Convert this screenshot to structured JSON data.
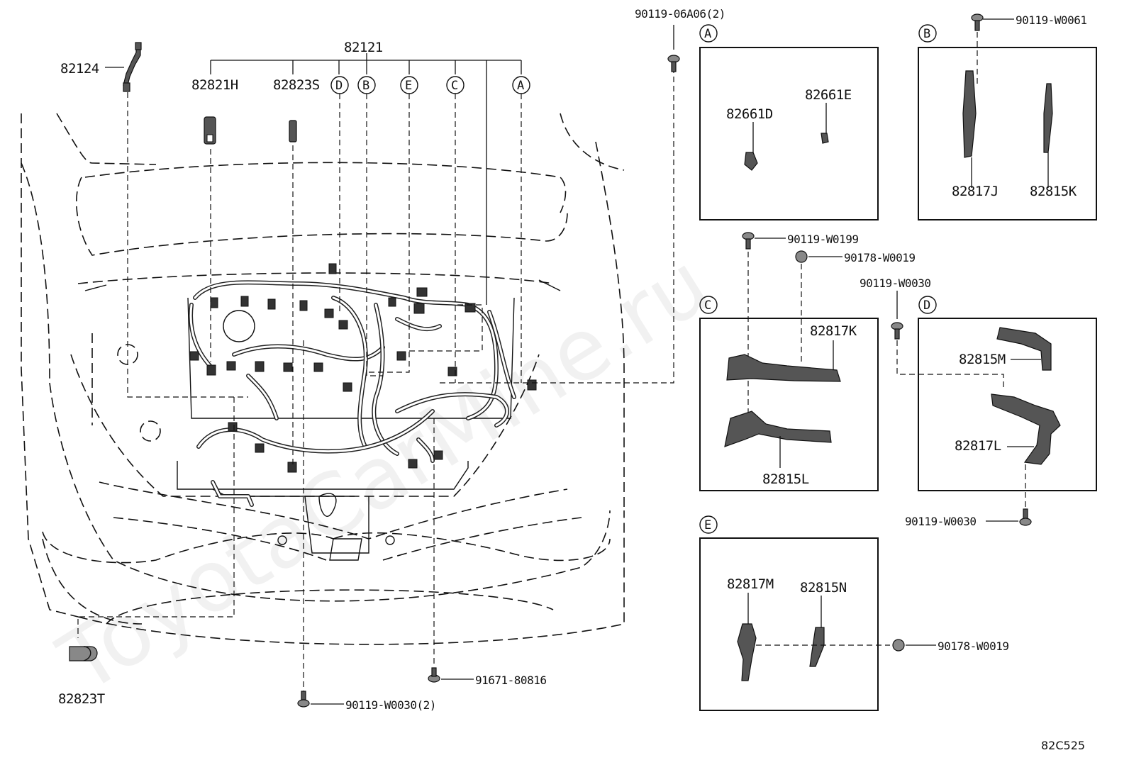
{
  "diagram": {
    "main_parts": {
      "p82121": "82121",
      "p82124": "82124",
      "p82821H": "82821H",
      "p82823S": "82823S",
      "p82823T": "82823T",
      "p90119_06A06": "90119-06A06(2)",
      "p91671_80816": "91671-80816",
      "p90119_W0030_2": "90119-W0030(2)"
    },
    "harness_branches": [
      "D",
      "B",
      "E",
      "C",
      "A"
    ],
    "detail_A": {
      "label": "A",
      "parts": [
        "82661D",
        "82661E"
      ]
    },
    "detail_B": {
      "label": "B",
      "parts": [
        "90119-W0061",
        "82817J",
        "82815K"
      ]
    },
    "detail_C": {
      "label": "C",
      "parts": [
        "90119-W0199",
        "90178-W0019",
        "82817K",
        "82815L"
      ]
    },
    "detail_D": {
      "label": "D",
      "parts": [
        "90119-W0030",
        "82815M",
        "82817L",
        "90119-W0030"
      ]
    },
    "detail_E": {
      "label": "E",
      "parts": [
        "82817M",
        "82815N",
        "90178-W0019"
      ]
    },
    "drawing_code": "82C525",
    "watermark": "ToyotaCarMine.ru"
  }
}
